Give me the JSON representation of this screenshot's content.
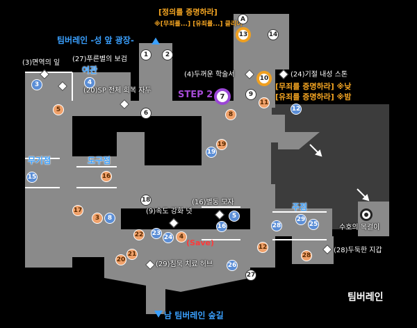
{
  "region_name": "팀버레인",
  "exits": {
    "north": "팀버레인 -성 앞 광장-",
    "south": "남 팀버레인 숲길"
  },
  "quest": {
    "title": "[정의를 증명하라]",
    "subtitle": "※[무죄를...] [유죄를...] 클리어",
    "day": "[무죄를 증명하라] ※낮",
    "night": "[유죄를 증명하라] ※밤"
  },
  "step": "STEP 2",
  "save": "(Save)",
  "areas": {
    "inn": "여관",
    "weapon_shop": "무기점",
    "tool_shop": "도구점",
    "residence": "주점"
  },
  "items": {
    "i3": "(3)면역의 잎",
    "i4": "(4)두꺼운 학술서",
    "i9": "(9)속도 강화 넛",
    "i16": "(16)별동 모자",
    "i20": "(20)SP 전체 회복 자두",
    "i24": "(24)기절 내성 스톤",
    "i27": "(27)푸른별의 보검",
    "i28": "(28)두둑한 지갑",
    "i29": "(29)침묵 치료 허브",
    "amulet": "수호의 목걸이"
  },
  "markers": {
    "A": "A",
    "n1": "1",
    "n2": "2",
    "n3": "3",
    "n4": "4",
    "n5": "5",
    "n6": "6",
    "n7": "7",
    "n8": "8",
    "n9": "9",
    "n10": "10",
    "n11": "11",
    "n12": "12",
    "n13": "13",
    "n14": "14",
    "n15": "15",
    "n16": "16",
    "n17": "17",
    "n18": "18",
    "n19": "19",
    "n20": "20",
    "n21": "21",
    "n22": "22",
    "n23": "23",
    "n24": "24",
    "n25": "25",
    "n26": "26",
    "n27": "27",
    "n28": "28",
    "n29": "29"
  },
  "colors": {
    "floor": "#8a8a8a",
    "dark_zone": "#3c3c3c",
    "exit_label": "#3aa0ff",
    "quest_label": "#f5a623",
    "step_marker": "#9b46d6",
    "save_label": "#ff3a3a"
  }
}
